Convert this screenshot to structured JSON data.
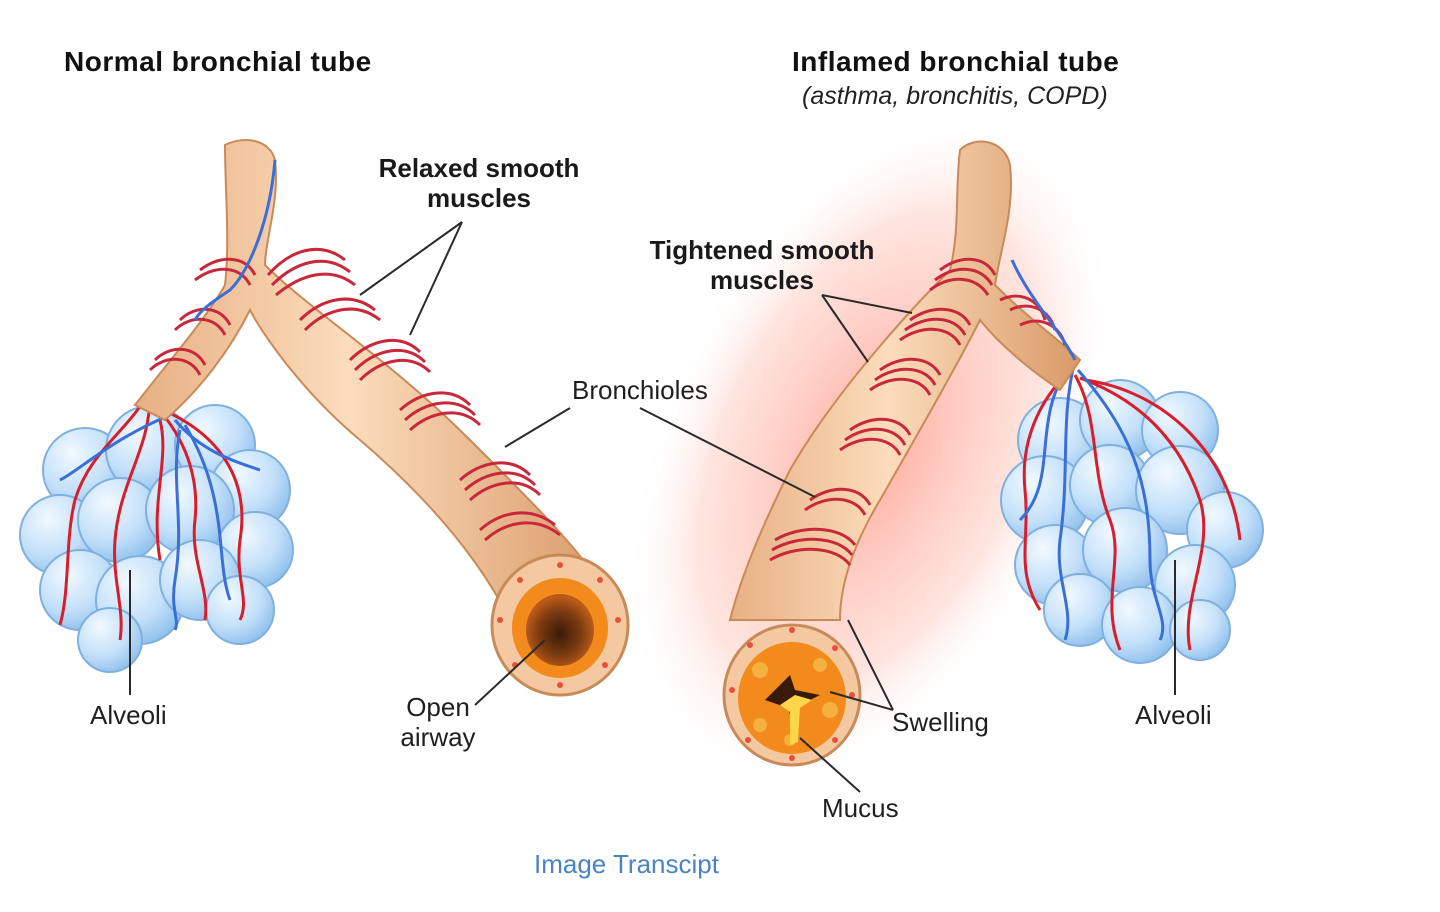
{
  "left_panel": {
    "title": "Normal bronchial tube",
    "labels": {
      "relaxed_muscles_line1": "Relaxed smooth",
      "relaxed_muscles_line2": "muscles",
      "alveoli": "Alveoli",
      "open_airway_line1": "Open",
      "open_airway_line2": "airway"
    }
  },
  "right_panel": {
    "title": "Inflamed bronchial tube",
    "subtitle": "(asthma, bronchitis, COPD)",
    "labels": {
      "tightened_muscles_line1": "Tightened smooth",
      "tightened_muscles_line2": "muscles",
      "swelling": "Swelling",
      "mucus": "Mucus",
      "alveoli": "Alveoli"
    }
  },
  "shared_labels": {
    "bronchioles": "Bronchioles"
  },
  "footer": {
    "transcript_link": "Image Transcipt"
  },
  "colors": {
    "tube": "#f4c8a0",
    "tube_shadow": "#d9a070",
    "muscle": "#c8283a",
    "artery": "#d81e2a",
    "vein": "#3a6fd8",
    "alveoli": "#bcdcf8",
    "inflammation": "#ff9a8a",
    "lumen_orange": "#f28a1c",
    "mucus": "#ffd54a",
    "link": "#4a84c4"
  }
}
